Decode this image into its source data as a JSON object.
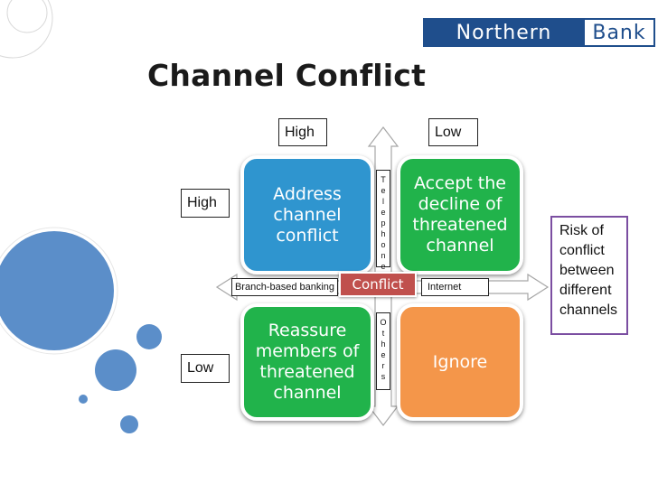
{
  "title": "Channel Conflict",
  "logo": {
    "part1": "Northern",
    "part2": "Bank"
  },
  "axis_labels": {
    "top_left": "High",
    "top_right": "Low",
    "left_top": "High",
    "left_bottom": "Low"
  },
  "quadrants": {
    "top_left": "Address channel conflict",
    "top_right": "Accept the decline of threatened channel",
    "bottom_left": "Reassure members of threatened channel",
    "bottom_right": "Ignore"
  },
  "center_label": "Conflict",
  "horizontal_labels": {
    "left": "Branch-based banking",
    "right": "Internet"
  },
  "vertical_labels": {
    "top": [
      "T",
      "e",
      "l",
      "e",
      "p",
      "h",
      "o",
      "n",
      "e"
    ],
    "bottom": [
      "O",
      "t",
      "h",
      "e",
      "r",
      "s"
    ]
  },
  "side_note": [
    "Risk of",
    "conflict",
    "between",
    "different",
    "channels"
  ],
  "colors": {
    "blue": "#2f95cf",
    "green": "#21b34b",
    "orange": "#f4964a",
    "conflict": "#c0504d",
    "brand": "#1f4e8c",
    "note_border": "#7b4ea1"
  }
}
